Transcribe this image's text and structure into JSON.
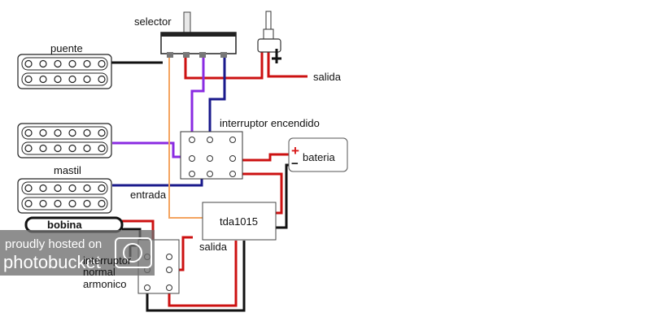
{
  "labels": {
    "selector": "selector",
    "puente": "puente",
    "salida_jack": "salida",
    "interruptor_encendido": "interruptor encendido",
    "bateria": "bateria",
    "mastil": "mastil",
    "entrada": "entrada",
    "tda": "tda1015",
    "salida_amp": "salida",
    "bobina": "bobina",
    "interruptor_normal_armonico": [
      "interruptor",
      "normal",
      "armonico"
    ]
  },
  "battery_signs": {
    "plus": "+",
    "minus": "−"
  },
  "watermark": {
    "line1": "proudly hosted on",
    "line2": "photobucket"
  },
  "colors": {
    "black": "#111111",
    "red": "#cc1111",
    "purple": "#8a2be2",
    "navy": "#1a1a8c",
    "orange": "#f4a460",
    "battery_plus": "#d91a1a",
    "watermark_bg": "#6e6e6e"
  },
  "icons": {
    "pickup": "humbucker-pickup-icon",
    "selector": "toggle-selector-icon",
    "jack": "output-jack-icon",
    "ground": "ground-symbol-icon",
    "watermark": "camera-icon"
  }
}
